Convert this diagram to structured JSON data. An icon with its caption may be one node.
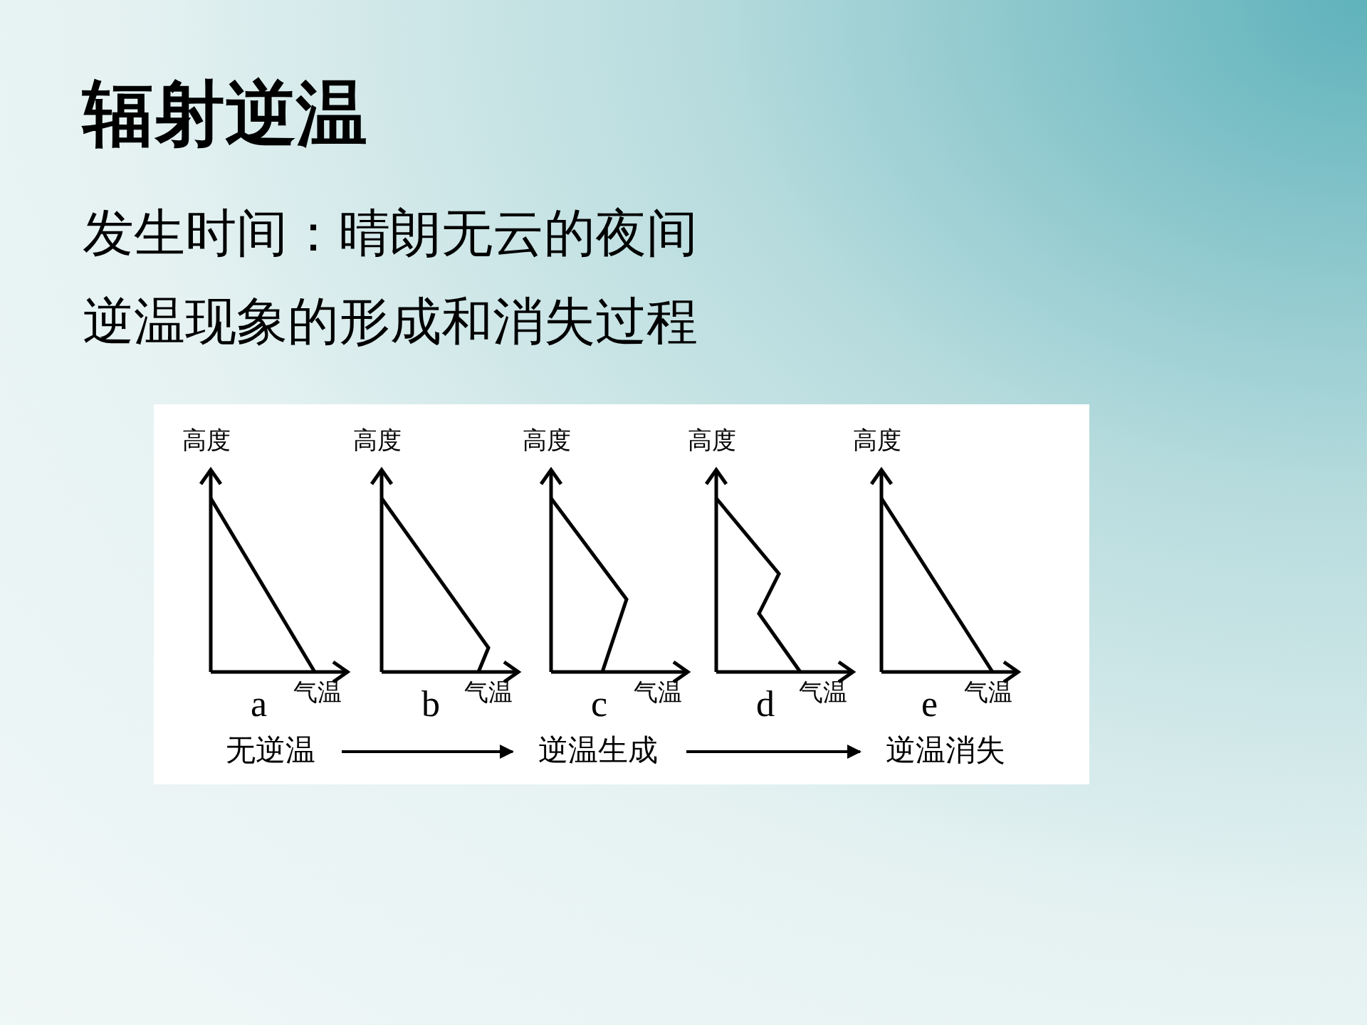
{
  "diagram": {
    "title": "辐射逆温",
    "nodes": [
      {
        "text": [
          "无逆温"
        ]
      },
      {
        "text": [
          "逆温生成"
        ]
      },
      {
        "text": [
          "逆温消失"
        ]
      }
    ],
    "edges": [
      {
        "from": 0,
        "to": 1,
        "arrow": "to"
      },
      {
        "from": 1,
        "to": 2,
        "arrow": "to"
      }
    ],
    "labels": [
      "发生时间：晴朗无云的夜间",
      "逆温现象的形成和消失过程",
      "高度",
      "高度",
      "高度",
      "高度",
      "高度",
      "a",
      "气温",
      "b",
      "气温",
      "c",
      "气温",
      "d",
      "气温",
      "e",
      "气温"
    ]
  }
}
